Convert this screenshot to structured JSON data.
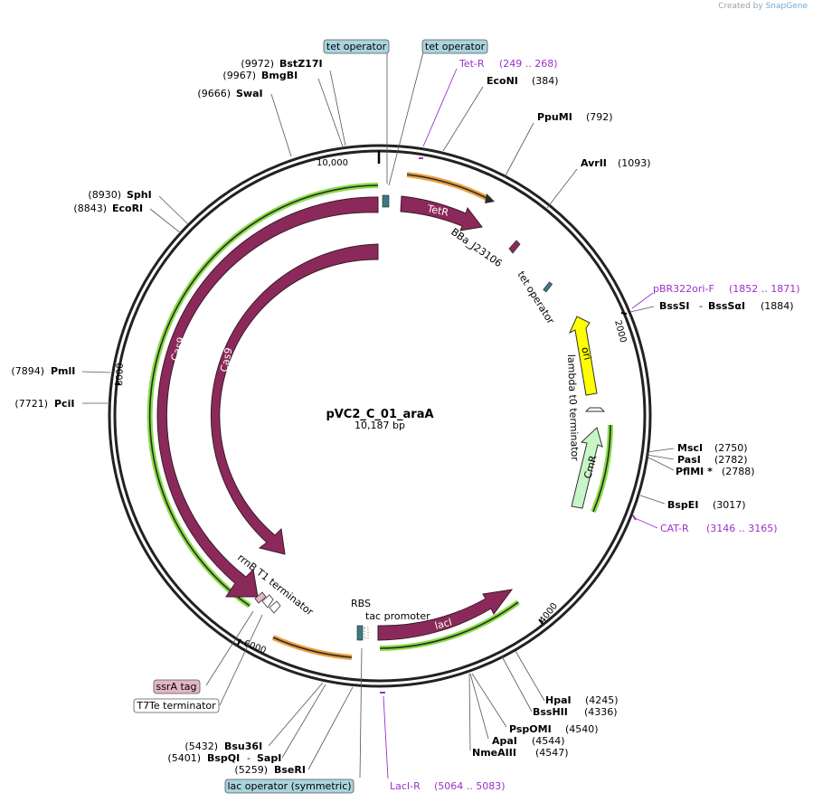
{
  "credit": {
    "prefix": "Created by",
    "brand": "SnapGene"
  },
  "plasmid": {
    "name": "pVC2_C_01_araA",
    "length": "10,187 bp"
  },
  "ticks": [
    "10,000",
    "2000",
    "4000",
    "6000",
    "8000"
  ],
  "sites": {
    "bstz17i": {
      "pos": "(9972)",
      "name": "BstZ17I"
    },
    "bmgbi": {
      "pos": "(9967)",
      "name": "BmgBI"
    },
    "swai": {
      "pos": "(9666)",
      "name": "SwaI"
    },
    "sphi": {
      "pos": "(8930)",
      "name": "SphI"
    },
    "ecori": {
      "pos": "(8843)",
      "name": "EcoRI"
    },
    "pmli": {
      "pos": "(7894)",
      "name": "PmlI"
    },
    "pcii": {
      "pos": "(7721)",
      "name": "PciI"
    },
    "econi": {
      "name": "EcoNI",
      "pos": "(384)"
    },
    "ppumi": {
      "name": "PpuMI",
      "pos": "(792)"
    },
    "avrii": {
      "name": "AvrII",
      "pos": "(1093)"
    },
    "bsssi": {
      "name": "BssSI",
      "sep": "-",
      "name2": "BssSαI",
      "pos": "(1884)"
    },
    "msci": {
      "name": "MscI",
      "pos": "(2750)"
    },
    "pasi": {
      "name": "PasI",
      "pos": "(2782)"
    },
    "pflmi": {
      "name": "PflMI *",
      "pos": "(2788)"
    },
    "bspei": {
      "name": "BspEI",
      "pos": "(3017)"
    },
    "hpai": {
      "name": "HpaI",
      "pos": "(4245)"
    },
    "bsshii": {
      "name": "BssHII",
      "pos": "(4336)"
    },
    "pspomi": {
      "name": "PspOMI",
      "pos": "(4540)"
    },
    "apai": {
      "name": "ApaI",
      "pos": "(4544)"
    },
    "nmeaiii": {
      "name": "NmeAIII",
      "pos": "(4547)"
    },
    "bsu36i": {
      "pos": "(5432)",
      "name": "Bsu36I"
    },
    "bspqi": {
      "pos": "(5401)",
      "name": "BspQI",
      "sep": "-",
      "name2": "SapI"
    },
    "bseri": {
      "pos": "(5259)",
      "name": "BseRI"
    }
  },
  "primers": {
    "tetr": {
      "name": "Tet-R",
      "range": "(249 .. 268)"
    },
    "pbr322": {
      "name": "pBR322ori-F",
      "range": "(1852 .. 1871)"
    },
    "catr": {
      "name": "CAT-R",
      "range": "(3146 .. 3165)"
    },
    "lacir": {
      "name": "LacI-R",
      "range": "(5064 .. 5083)"
    }
  },
  "features": {
    "tet_operator_1": "tet operator",
    "tet_operator_2": "tet operator",
    "tet_operator_3": "tet operator",
    "tetr": "TetR",
    "bba": "BBa_J23106",
    "ori": "ori",
    "lambda": "lambda t0 terminator",
    "cmr": "CmR",
    "laci": "lacI",
    "tac": "tac promoter",
    "rbs": "RBS",
    "rrnb": "rrnB T1 terminator",
    "cas9_outer": "Cas9",
    "cas9_inner": "Cas9",
    "ssra": "ssrA tag",
    "t7te": "T7Te terminator",
    "lac_operator": "lac operator (symmetric)"
  },
  "colors": {
    "cas9": "#8b2a5a",
    "primer": "#9b30c8",
    "ori": "#ffff00",
    "cmr": "#c8f5c8",
    "operator_box": "#a9d4df",
    "ssra_box": "#e3b5c8",
    "orf_green": "#88dd44",
    "orf_orange": "#e8a040"
  }
}
